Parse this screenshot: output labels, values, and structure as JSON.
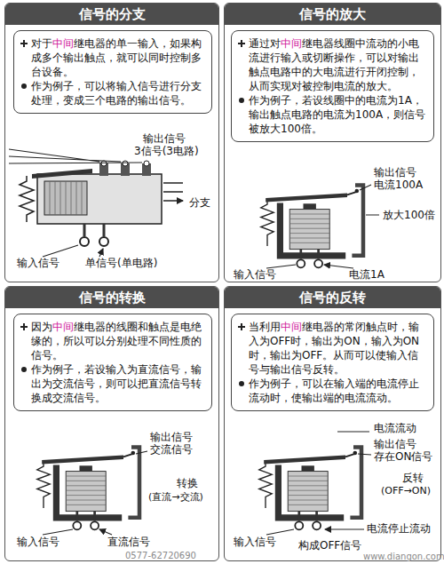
{
  "diagram": {
    "nodes": [
      {
        "text": [
          "信号的分支"
        ]
      },
      {
        "text": [
          "对于中间继电器的单一输入，如果构成多个输出触点，就可以同时控制多台设备。",
          "作为例子，可以将输入信号进行分支处理，变成三个电路的输出信号。"
        ],
        "in": 0
      },
      {
        "text": [
          "信号的放大"
        ]
      },
      {
        "text": [
          "通过对中间继电器线圈中流动的小电流进行输入或切断操作，可以对输出触点电路中的大电流进行开闭控制，从而实现对被控制电流的放大。",
          "作为例子，若设线圈中的电流为1A，输出触点电路的电流为100A，则信号被放大100倍。"
        ],
        "in": 2
      },
      {
        "text": [
          "信号的转换"
        ]
      },
      {
        "text": [
          "因为中间继电器的线圈和触点是电绝缘的，所以可以分别处理不同性质的信号。",
          "作为例子，若设输入为直流信号，输出为交流信号，则可以把直流信号转换成交流信号。"
        ],
        "in": 4
      },
      {
        "text": [
          "信号的反转"
        ]
      },
      {
        "text": [
          "当利用中间继电器的常闭触点时，输入为OFF时，输出为ON，输入为ON时，输出为OFF。从而可以使输入信号与输出信号反转。",
          "作为例子，可以在输入端的电流停止流动时，使输出端的电流流动。"
        ],
        "in": 6
      }
    ],
    "labels": [
      "输出信号",
      "3信号(3电路)",
      "分支",
      "输入信号",
      "单信号(单电路)",
      "输出信号",
      "电流100A",
      "放大100倍",
      "输入信号",
      "电流1A",
      "输出信号",
      "交流信号",
      "转换",
      "(直流→交流)",
      "输入信号",
      "直流信号",
      "电流流动",
      "输出信号",
      "存在ON信号",
      "反转",
      "(OFF→ON)",
      "输入信号",
      "电流停止流动",
      "构成OFF信号",
      "0577-62720690",
      "www.diangon.com"
    ]
  }
}
